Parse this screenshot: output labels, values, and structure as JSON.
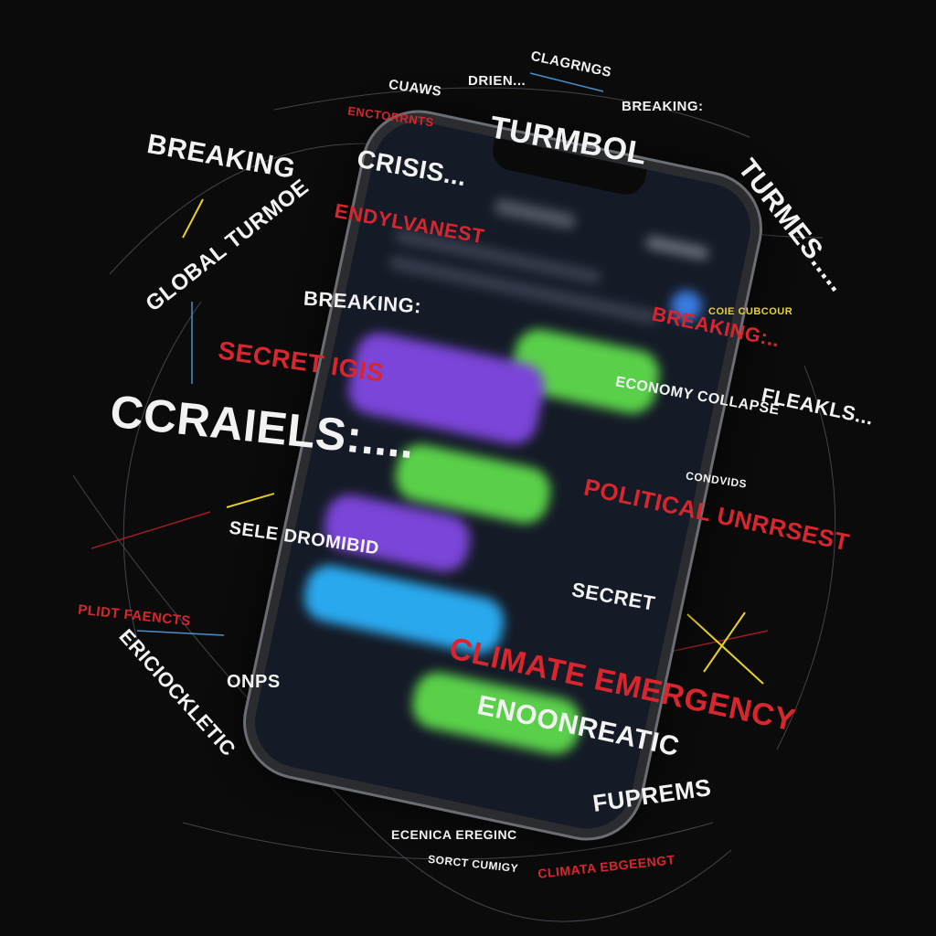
{
  "scene": {
    "description": "Smartphone with blurred chat bubbles surrounded by chaotic news headline words",
    "phone": {
      "bubbles": [
        {
          "color": "#5ad04a",
          "side": "right"
        },
        {
          "color": "#7a45d8",
          "side": "left"
        },
        {
          "color": "#5ad04a",
          "side": "right"
        },
        {
          "color": "#7a45d8",
          "side": "left"
        },
        {
          "color": "#2aa8ee",
          "side": "left"
        },
        {
          "color": "#5ad04a",
          "side": "right"
        }
      ]
    },
    "words": [
      {
        "text": "CLAGRNGS",
        "color": "white"
      },
      {
        "text": "DRIEN...",
        "color": "white"
      },
      {
        "text": "CUAWS",
        "color": "white"
      },
      {
        "text": "BREAKING:",
        "color": "white"
      },
      {
        "text": "ENCTORRNTS",
        "color": "red"
      },
      {
        "text": "TURMBOL",
        "color": "white"
      },
      {
        "text": "BREAKING",
        "color": "white"
      },
      {
        "text": "CRISIS...",
        "color": "white"
      },
      {
        "text": "TURMES.....",
        "color": "white"
      },
      {
        "text": "GLOBAL TURMOE",
        "color": "white"
      },
      {
        "text": "ENDYLVANEST",
        "color": "red"
      },
      {
        "text": "BREAKING:",
        "color": "white"
      },
      {
        "text": "BREAKING:..",
        "color": "red"
      },
      {
        "text": "SECRET IGIS",
        "color": "red"
      },
      {
        "text": "CCRAIELS:....",
        "color": "white"
      },
      {
        "text": "ECONOMY COLLAPSE",
        "color": "white"
      },
      {
        "text": "FLEAKLS...",
        "color": "white"
      },
      {
        "text": "POLITICAL UNRRSEST",
        "color": "red"
      },
      {
        "text": "SELE DROMIBID",
        "color": "white"
      },
      {
        "text": "SECRET",
        "color": "white"
      },
      {
        "text": "ONPS",
        "color": "white"
      },
      {
        "text": "CLIMATE EMERGENCY",
        "color": "red"
      },
      {
        "text": "ENOONREATIC",
        "color": "white"
      },
      {
        "text": "FUPREMS",
        "color": "white"
      },
      {
        "text": "ERICIOCKLETIC",
        "color": "white"
      },
      {
        "text": "CLIMATA EBGEENGT",
        "color": "red"
      },
      {
        "text": "SORCT CUMIGY",
        "color": "white"
      },
      {
        "text": "ECENICA EREGINC",
        "color": "white"
      },
      {
        "text": "COIE CUBCOUR",
        "color": "yellow"
      },
      {
        "text": "CONDVIDS",
        "color": "white"
      },
      {
        "text": "PLIDT FAENCTS",
        "color": "red"
      }
    ]
  }
}
